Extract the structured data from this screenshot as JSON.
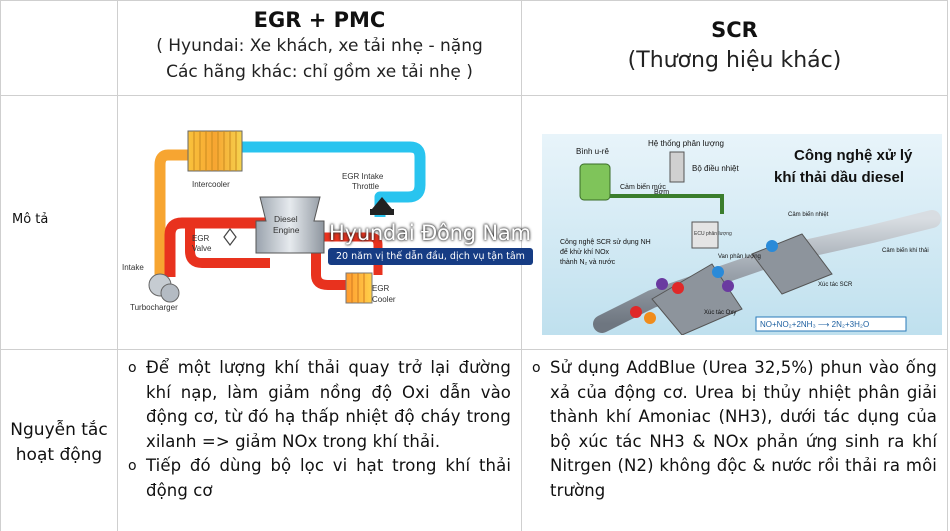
{
  "header": {
    "col1_title": "EGR + PMC",
    "col1_sub1": "( Hyundai: Xe khách, xe tải nhẹ - nặng",
    "col1_sub2": "Các hãng khác: chỉ gồm xe tải nhẹ )",
    "col2_title": "SCR",
    "col2_sub": "(Thương hiệu khác)"
  },
  "row_desc": {
    "label": "Mô tả",
    "egr_diagram": {
      "intercooler": "Intercooler",
      "egr_intake_throttle_1": "EGR Intake",
      "egr_intake_throttle_2": "Throttle",
      "diesel_engine_1": "Diesel",
      "diesel_engine_2": "Engine",
      "egr_valve_1": "EGR",
      "egr_valve_2": "Valve",
      "intake": "Intake",
      "egr_cooler_1": "EGR",
      "egr_cooler_2": "Cooler",
      "turbocharger": "Turbocharger"
    },
    "scr_diagram": {
      "title_1": "Công nghệ xử lý",
      "title_2": "khí thải dầu diesel",
      "urea_tank": "Bình u-rê",
      "dosing_system": "Hệ thống phân lượng",
      "heater_controller": "Bộ điều nhiệt",
      "level_sensor": "Cảm biến mức",
      "pump": "Bơm",
      "ecu": "ECU phân lượng",
      "dosing_valve": "Van phân lượng",
      "temp_sensor": "Cảm biến nhiệt",
      "nh3_note_1": "Công nghệ SCR sử dụng NH",
      "nh3_note_2": "để khử khí NOx",
      "nh3_note_3": "thành N₂ và nước",
      "scr_catalyst": "Xúc tác SCR",
      "oxi_catalyst": "Xúc tác Oxy",
      "exhaust_temp": "Cảm biến khí thải",
      "reaction": "NO+NO₂+2NH₃ ⟶ 2N₂+3H₂O"
    },
    "watermark": {
      "brand": "Hyundai Đông Nam",
      "slogan": "20 năm vị thế dẫn đầu, dịch vụ tận tâm"
    }
  },
  "row_principle": {
    "label": "Nguyễn tắc hoạt động",
    "egr_bullets": [
      "Để một lượng khí thải quay trở lại đường khí nạp, làm giảm nồng độ Oxi dẫn vào động cơ, từ đó hạ thấp nhiệt độ cháy trong xilanh => giảm NOx trong khí thải.",
      "Tiếp đó dùng bộ lọc vi hạt trong khí thải động cơ"
    ],
    "scr_bullets": [
      "Sử dụng AddBlue (Urea 32,5%) phun vào ống xả của động cơ. Urea bị thủy nhiệt phân giải thành khí Amoniac (NH3), dưới tác dụng của bộ xúc tác NH3 & NOx phản ứng sinh ra khí Nitrgen (N2) không độc & nước rồi thải ra môi trường"
    ],
    "bullet_glyph": "o"
  }
}
